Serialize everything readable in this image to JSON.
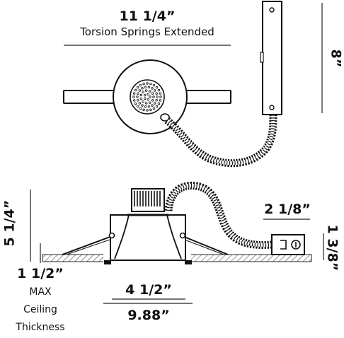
{
  "top_view": {
    "width_dim": "11 1/4”",
    "width_caption": "Torsion Springs Extended",
    "box_height_dim": "8”"
  },
  "side_view": {
    "height_dim": "5 1/4”",
    "ceiling_dim": "1 1/2”",
    "ceiling_caption": [
      "MAX",
      "Ceiling",
      "Thickness"
    ],
    "aperture_dim": "4 1/2”",
    "overall_dim": "9.88”",
    "box_width_dim": "2 1/8”",
    "box_height_dim": "1 3/8”"
  }
}
